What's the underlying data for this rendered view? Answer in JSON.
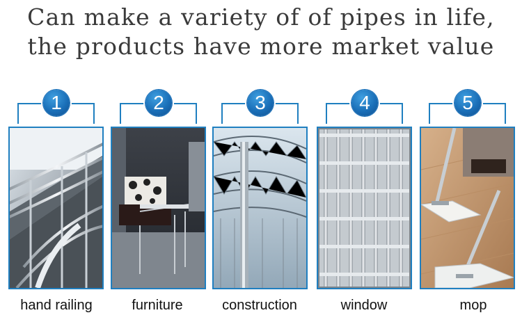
{
  "headline": {
    "line1": "Can make a variety of of pipes in life,",
    "line2": "the products have more market value"
  },
  "applications": [
    {
      "number": "1",
      "caption": "hand railing",
      "photo_icon": "stair-railing-photo"
    },
    {
      "number": "2",
      "caption": "furniture",
      "photo_icon": "metal-chair-photo"
    },
    {
      "number": "3",
      "caption": "construction",
      "photo_icon": "steel-truss-photo"
    },
    {
      "number": "4",
      "caption": "window",
      "photo_icon": "window-grille-photo"
    },
    {
      "number": "5",
      "caption": "mop",
      "photo_icon": "mop-photo"
    }
  ],
  "colors": {
    "accent_blue": "#1f7fc0",
    "badge_blue": "#1a6fb8",
    "headline_text": "#3a3a3a",
    "caption_text": "#111111"
  }
}
